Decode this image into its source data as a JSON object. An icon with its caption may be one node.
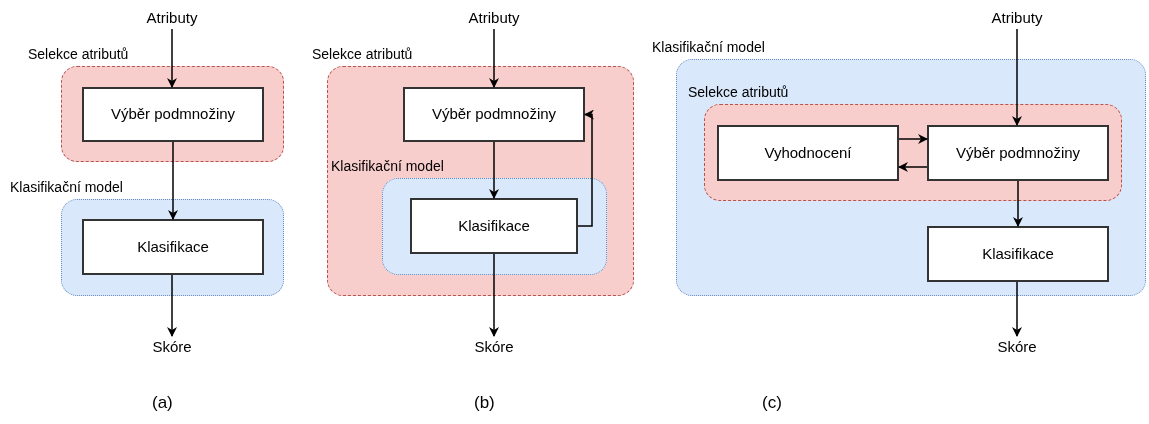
{
  "diagram": {
    "nodes": [
      {
        "text": [
          "Atributy"
        ]
      },
      {
        "text": [
          "Selekce atributů"
        ]
      },
      {
        "text": [
          "Výběr podmnožiny"
        ],
        "in": 1
      },
      {
        "text": [
          "Klasifikační model"
        ]
      },
      {
        "text": [
          "Klasifikace"
        ],
        "in": 3
      },
      {
        "text": [
          "Skóre"
        ]
      },
      {
        "text": [
          "Atributy"
        ]
      },
      {
        "text": [
          "Selekce atributů"
        ]
      },
      {
        "text": [
          "Výběr podmnožiny"
        ],
        "in": 7
      },
      {
        "text": [
          "Klasifikační model"
        ],
        "in": 7
      },
      {
        "text": [
          "Klasifikace"
        ],
        "in": 9
      },
      {
        "text": [
          "Skóre"
        ]
      },
      {
        "text": [
          "Atributy"
        ]
      },
      {
        "text": [
          "Klasifikační model"
        ]
      },
      {
        "text": [
          "Selekce atributů"
        ],
        "in": 13
      },
      {
        "text": [
          "Vyhodnocení"
        ],
        "in": 14
      },
      {
        "text": [
          "Výběr podmnožiny"
        ],
        "in": 14
      },
      {
        "text": [
          "Klasifikace"
        ],
        "in": 13
      },
      {
        "text": [
          "Skóre"
        ]
      }
    ],
    "edges": [
      {
        "from": 0,
        "to": 2,
        "arrow": "to"
      },
      {
        "from": 2,
        "to": 4,
        "arrow": "to"
      },
      {
        "from": 4,
        "to": 5,
        "arrow": "to"
      },
      {
        "from": 6,
        "to": 8,
        "arrow": "to"
      },
      {
        "from": 8,
        "to": 10,
        "arrow": "to"
      },
      {
        "from": 10,
        "to": 11,
        "arrow": "to"
      },
      {
        "from": 10,
        "to": 8,
        "arrow": "to"
      },
      {
        "from": 12,
        "to": 16,
        "arrow": "to"
      },
      {
        "from": 15,
        "to": 16,
        "arrow": "to"
      },
      {
        "from": 16,
        "to": 15,
        "arrow": "to"
      },
      {
        "from": 16,
        "to": 17,
        "arrow": "to"
      },
      {
        "from": 17,
        "to": 18,
        "arrow": "to"
      }
    ],
    "labels": [
      "(a)",
      "(b)",
      "(c)"
    ]
  }
}
